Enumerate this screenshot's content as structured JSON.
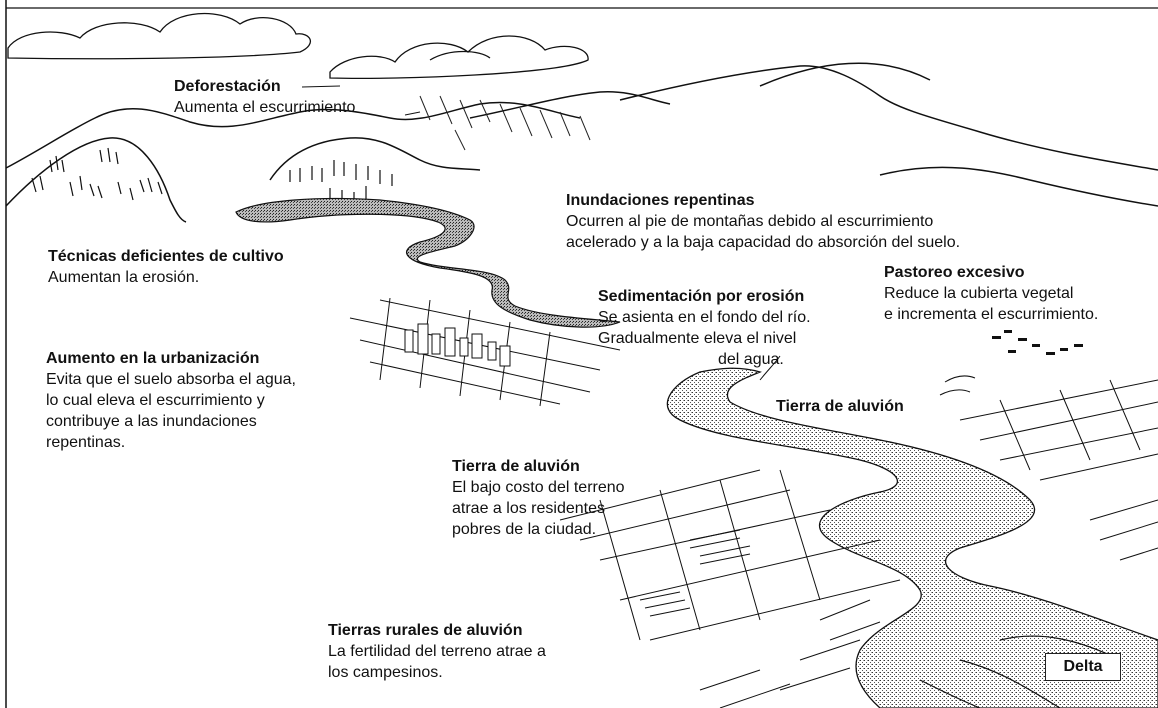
{
  "labels": {
    "deforestacion": {
      "title": "Deforestación",
      "desc": [
        "Aumenta el escurrimiento"
      ]
    },
    "inundaciones": {
      "title": "Inundaciones repentinas",
      "desc": [
        "Ocurren al pie de montañas debido al escurrimiento",
        "acelerado y a la baja capacidad do absorción del suelo."
      ]
    },
    "tecnicas": {
      "title": "Técnicas deficientes de cultivo",
      "desc": [
        "Aumentan la erosión."
      ]
    },
    "pastoreo": {
      "title": "Pastoreo excesivo",
      "desc": [
        "Reduce la cubierta vegetal",
        "e incrementa el escurrimiento."
      ]
    },
    "sedimentacion": {
      "title": "Sedimentación por erosión",
      "desc": [
        "Se asienta en el fondo del río.",
        "Gradualmente eleva el nivel",
        "del agua."
      ]
    },
    "urbanizacion": {
      "title": "Aumento en la urbanización",
      "desc": [
        "Evita que el suelo absorba el agua,",
        "lo cual eleva el escurrimiento y",
        "contribuye a las inundaciones",
        "repentinas."
      ]
    },
    "tierra_aluvion_right": {
      "title": "Tierra de aluvión"
    },
    "tierra_aluvion_mid": {
      "title": "Tierra de aluvión",
      "desc": [
        "El bajo costo del terreno",
        "atrae a los residentes",
        "pobres de la ciudad."
      ]
    },
    "tierras_rurales": {
      "title": "Tierras rurales de aluvión",
      "desc": [
        "La fertilidad del terreno atrae a",
        "los campesinos."
      ]
    },
    "delta": {
      "title": "Delta"
    }
  }
}
